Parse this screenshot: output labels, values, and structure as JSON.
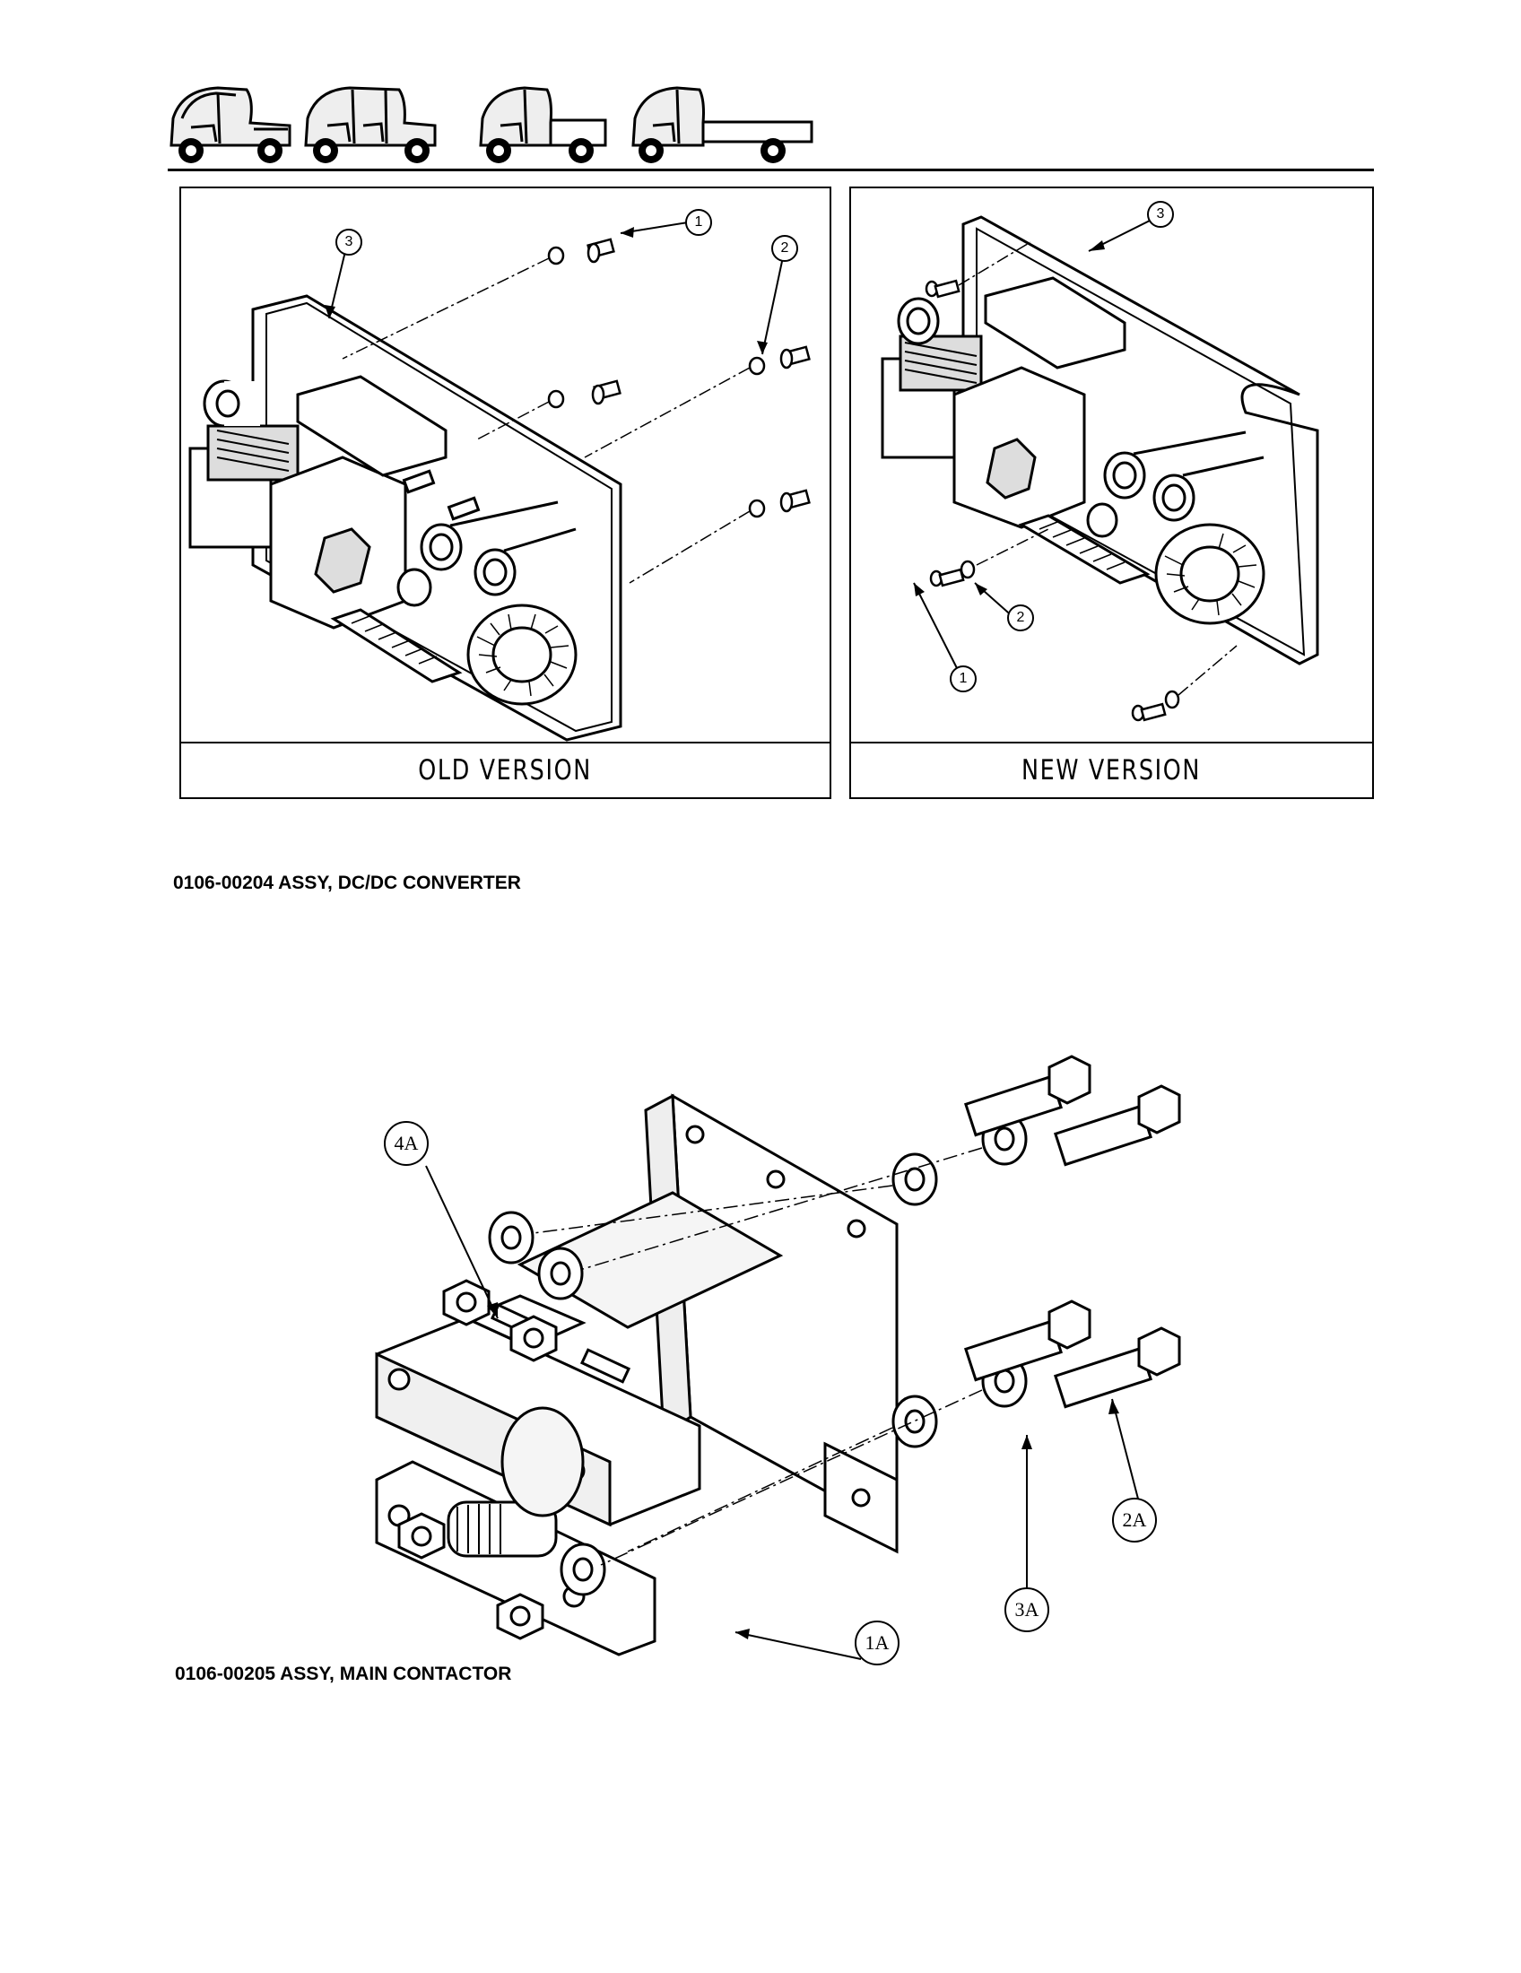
{
  "header": {
    "vehicle_icons": [
      "vehicle-2-seat-icon",
      "vehicle-4-seat-icon",
      "vehicle-short-bed-icon",
      "vehicle-long-bed-icon"
    ]
  },
  "dcdc": {
    "old": {
      "caption": "OLD VERSION",
      "callouts": [
        "1",
        "2",
        "3"
      ]
    },
    "new": {
      "caption": "NEW VERSION",
      "callouts": [
        "1",
        "2",
        "3"
      ]
    },
    "title": "0106-00204 ASSY, DC/DC CONVERTER"
  },
  "contactor": {
    "callouts": [
      "4A",
      "2A",
      "3A",
      "1A"
    ],
    "title": "0106-00205 ASSY, MAIN CONTACTOR"
  }
}
